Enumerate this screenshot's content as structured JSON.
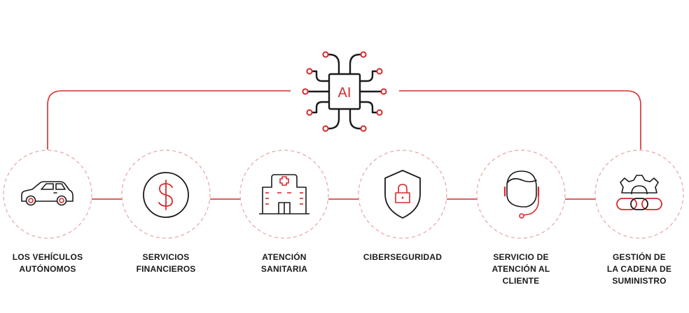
{
  "center": {
    "chip_label": "AI"
  },
  "colors": {
    "accent": "#d52b2f",
    "ink": "#1a1a1a",
    "dashed": "#e8a3a5"
  },
  "items": [
    {
      "id": "autonomous-vehicles",
      "icon": "car-icon",
      "label_lines": [
        "LOS VEHÍCULOS",
        "AUTÓNOMOS"
      ]
    },
    {
      "id": "financial-services",
      "icon": "dollar-icon",
      "label_lines": [
        "SERVICIOS",
        "FINANCIEROS"
      ]
    },
    {
      "id": "healthcare",
      "icon": "hospital-icon",
      "label_lines": [
        "ATENCIÓN",
        "SANITARIA"
      ]
    },
    {
      "id": "cybersecurity",
      "icon": "shield-lock-icon",
      "label_lines": [
        "CIBERSEGURIDAD"
      ]
    },
    {
      "id": "customer-service",
      "icon": "headset-agent-icon",
      "label_lines": [
        "SERVICIO DE",
        "ATENCIÓN AL",
        "CLIENTE"
      ]
    },
    {
      "id": "supply-chain",
      "icon": "gear-chain-icon",
      "label_lines": [
        "GESTIÓN DE",
        "LA CADENA DE",
        "SUMINISTRO"
      ]
    }
  ]
}
